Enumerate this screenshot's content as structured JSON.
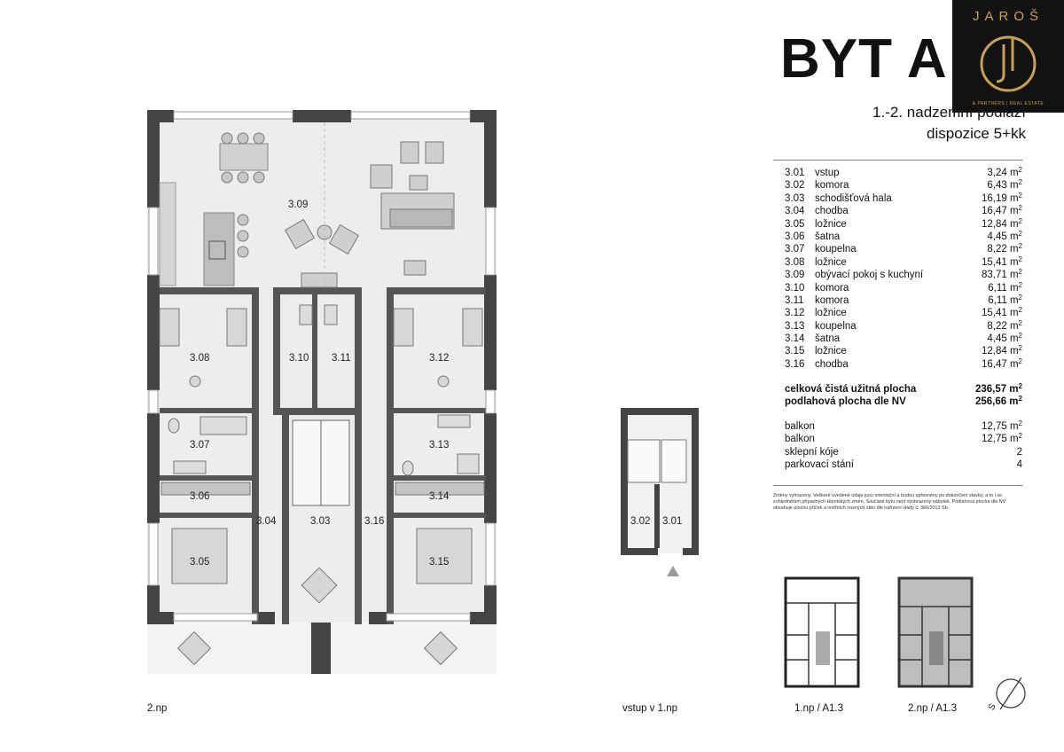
{
  "title": "BYT A",
  "subtitle": {
    "line1": "1.-2. nadzemní podlaží",
    "line2": "dispozice 5+kk"
  },
  "logo": {
    "name": "JAROŠ",
    "tagline": "& PARTNERS | REAL ESTATE",
    "color": "#c7a155"
  },
  "rooms": [
    {
      "num": "3.01",
      "name": "vstup",
      "area": "3,24 m",
      "unit": "2"
    },
    {
      "num": "3.02",
      "name": "komora",
      "area": "6,43 m",
      "unit": "2"
    },
    {
      "num": "3.03",
      "name": "schodišťová hala",
      "area": "16,19 m",
      "unit": "2"
    },
    {
      "num": "3.04",
      "name": "chodba",
      "area": "16,47 m",
      "unit": "2"
    },
    {
      "num": "3.05",
      "name": "ložnice",
      "area": "12,84 m",
      "unit": "2"
    },
    {
      "num": "3.06",
      "name": "šatna",
      "area": "4,45 m",
      "unit": "2"
    },
    {
      "num": "3.07",
      "name": "koupelna",
      "area": "8,22 m",
      "unit": "2"
    },
    {
      "num": "3.08",
      "name": "ložnice",
      "area": "15,41 m",
      "unit": "2"
    },
    {
      "num": "3.09",
      "name": "obývací pokoj s kuchyní",
      "area": "83,71 m",
      "unit": "2"
    },
    {
      "num": "3.10",
      "name": "komora",
      "area": "6,11 m",
      "unit": "2"
    },
    {
      "num": "3.11",
      "name": "komora",
      "area": "6,11 m",
      "unit": "2"
    },
    {
      "num": "3.12",
      "name": "ložnice",
      "area": "15,41 m",
      "unit": "2"
    },
    {
      "num": "3.13",
      "name": "koupelna",
      "area": "8,22 m",
      "unit": "2"
    },
    {
      "num": "3.14",
      "name": "šatna",
      "area": "4,45 m",
      "unit": "2"
    },
    {
      "num": "3.15",
      "name": "ložnice",
      "area": "12,84 m",
      "unit": "2"
    },
    {
      "num": "3.16",
      "name": "chodba",
      "area": "16,47 m",
      "unit": "2"
    }
  ],
  "totals": [
    {
      "name": "celková čistá užitná plocha",
      "area": "236,57 m",
      "unit": "2"
    },
    {
      "name": "podlahová plocha dle NV",
      "area": "256,66 m",
      "unit": "2"
    }
  ],
  "extras": [
    {
      "name": "balkon",
      "value": "12,75 m",
      "unit": "2"
    },
    {
      "name": "balkon",
      "value": "12,75 m",
      "unit": "2"
    },
    {
      "name": "sklepní kóje",
      "value": "2",
      "unit": ""
    },
    {
      "name": "parkovací stání",
      "value": "4",
      "unit": ""
    }
  ],
  "note": "Změny vyhrazeny. Veškeré uvedené údaje jsou orientační a budou upřesněny po dokončení stavby, a to i se zohledněním případných klientských změn. Součástí bytu není vyobrazený nábytek. Podlahová plocha dle NV obsahuje plochu příček a vnitřních nosných stěn dle nařízení vlády č. 366/2013 Sb.",
  "plan_labels": {
    "r309": "3.09",
    "r308": "3.08",
    "r310": "3.10",
    "r311": "3.11",
    "r312": "3.12",
    "r307": "3.07",
    "r313": "3.13",
    "r306": "3.06",
    "r314": "3.14",
    "r304": "3.04",
    "r303": "3.03",
    "r316": "3.16",
    "r305": "3.05",
    "r315": "3.15",
    "r302": "3.02",
    "r301": "3.01"
  },
  "captions": {
    "main": "2.np",
    "entry": "vstup v 1.np",
    "key1": "1.np / A1.3",
    "key2": "2.np / A1.3",
    "north": "S"
  }
}
